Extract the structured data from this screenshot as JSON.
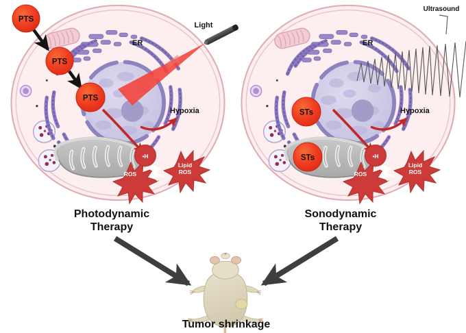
{
  "figure": {
    "title_hidden": "",
    "panels": [
      {
        "id": "photodynamic",
        "caption_line1": "Photodynamic",
        "caption_line2": "Therapy",
        "agent_label": "PTS",
        "agent_count": 3,
        "stimulus_label": "Light",
        "stimulus_icon": "laser-pointer-icon",
        "organelle_label_er": "ER",
        "hypoxia_label": "Hypoxia",
        "ros_labels": {
          "radical": "•H",
          "ros": "ROS",
          "lipid_ros": "Lipid\nROS"
        }
      },
      {
        "id": "sonodynamic",
        "caption_line1": "Sonodynamic",
        "caption_line2": "Therapy",
        "agent_label": "STs",
        "agent_count": 2,
        "stimulus_label": "Ultrasound",
        "stimulus_icon": "ultrasound-wave-icon",
        "organelle_label_er": "ER",
        "hypoxia_label": "Hypoxia",
        "ros_labels": {
          "radical": "•H",
          "ros": "ROS",
          "lipid_ros": "Lipid\nROS"
        }
      }
    ],
    "outcome": {
      "label": "Tumor shrinkage",
      "icon": "mouse-dorsal-icon"
    },
    "ros_star_text": {
      "radical": "•H",
      "ros": "ROS",
      "lipid": "Lipid",
      "lipid2": "ROS"
    },
    "colors": {
      "agent_fill": "#ee3b21",
      "agent_stroke": "#c62a16",
      "cell_fill": "#fdeef0",
      "cell_stroke": "#e5b7bd",
      "nucleus_fill": "#cfcbe6",
      "nucleolus_fill": "#a49cc8",
      "er_purple": "#8878bd",
      "er_purple_dark": "#6d5da8",
      "mito_gray": "#b8b8b8",
      "mito_pink": "#eeb9c4",
      "ros_red": "#cc3b38",
      "ros_red_dark": "#b32f2c",
      "arrow_red": "#c0282a",
      "arrow_black": "#141414",
      "arrow_gray": "#3e3e3e",
      "laser_red": "#f4423a",
      "mouse_body": "#ded8c0",
      "mouse_skin": "#e3b79a",
      "text_black": "#111111",
      "wave_gray": "#5a5a5a",
      "lyso_stroke": "#b0a4cf",
      "lyso_dot": "#8d2f63"
    }
  }
}
